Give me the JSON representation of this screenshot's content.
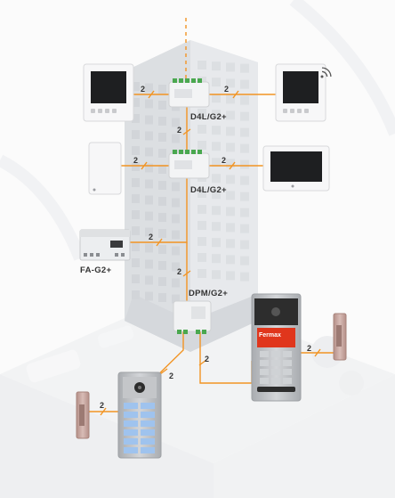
{
  "modules": {
    "d4l_top": "D4L/G2+",
    "d4l_mid": "D4L/G2+",
    "fa": "FA-G2+",
    "dpm": "DPM/G2+"
  },
  "cable_label": "2",
  "outdoor_panel": {
    "brand": "Fermax",
    "screen_text": "Fermax"
  },
  "colors": {
    "wire": "#f29423",
    "building": "#e6e7ea",
    "panel_metal": "#b9bcc0",
    "panel_dark": "#2d2d2d",
    "screen_red": "#e0361c",
    "door_strike": "#c9a7a0",
    "keypad_blue": "#9fc3ee"
  },
  "icons": [
    "wifi-icon"
  ]
}
